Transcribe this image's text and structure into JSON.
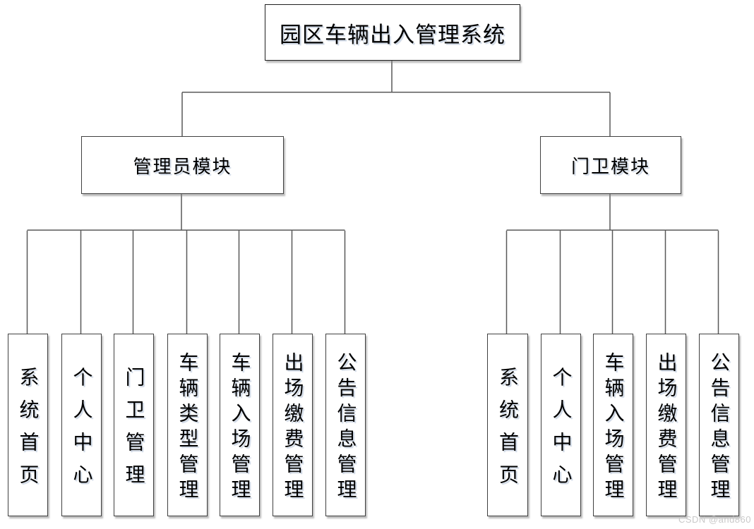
{
  "diagram": {
    "title": "园区车辆出入管理系统",
    "watermark": "CSDN @and860",
    "line_color": "#595959",
    "box_border_color": "#404040",
    "modules": [
      {
        "label": "管理员模块",
        "children": [
          "系统首页",
          "个人中心",
          "门卫管理",
          "车辆类型管理",
          "车辆入场管理",
          "出场缴费管理",
          "公告信息管理"
        ]
      },
      {
        "label": "门卫模块",
        "children": [
          "系统首页",
          "个人中心",
          "车辆入场管理",
          "出场缴费管理",
          "公告信息管理"
        ]
      }
    ]
  }
}
